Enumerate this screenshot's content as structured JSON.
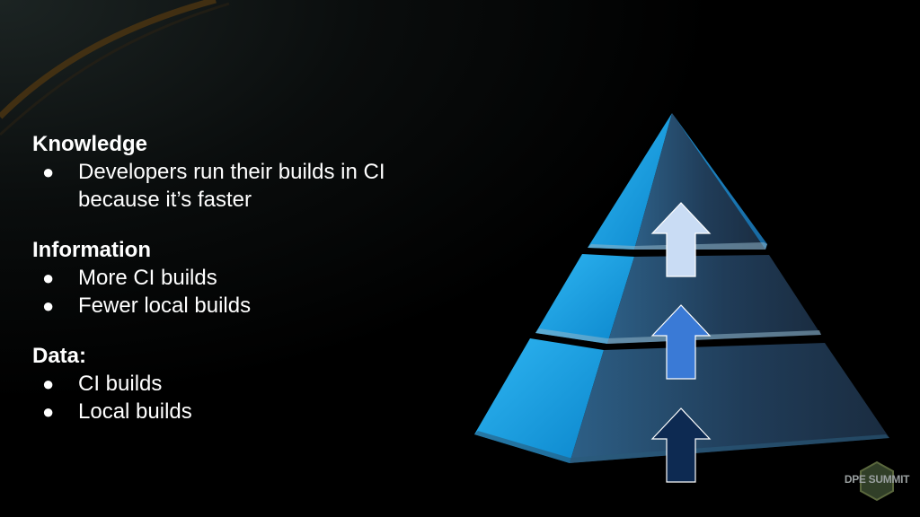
{
  "slide": {
    "sections": [
      {
        "title": "Knowledge",
        "bullets": [
          "Developers run their builds in CI because it’s faster"
        ]
      },
      {
        "title": "Information",
        "bullets": [
          "More CI builds",
          "Fewer local builds"
        ]
      },
      {
        "title": "Data:",
        "bullets": [
          "CI builds",
          "Local builds"
        ]
      }
    ],
    "bullet_symbol": "●",
    "logo_text": "DPE SUMMIT"
  },
  "pyramid": {
    "levels": 3,
    "arrow_colors": [
      "#c9dcf4",
      "#3a7ad6",
      "#0d2a52"
    ],
    "face_color": "#1aa0e6",
    "shadow_color": "#1e3550"
  }
}
